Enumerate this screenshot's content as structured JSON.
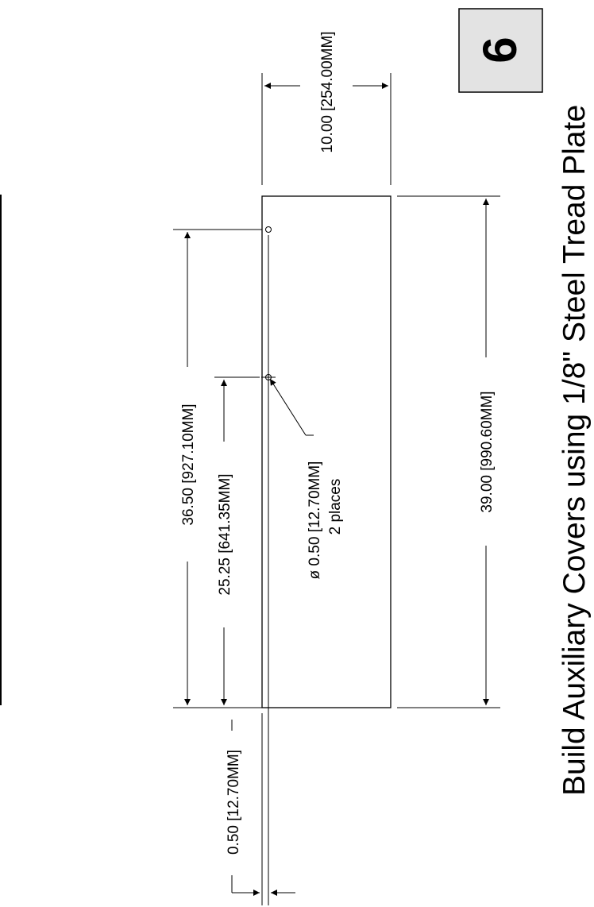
{
  "step": {
    "number": "6",
    "box_fill": "#e3e3e3"
  },
  "title": "Build Auxiliary Covers using 1/8\" Steel Tread Plate",
  "dimensions": {
    "width_top": "10.00 [254.00MM]",
    "length_total": "39.00 [990.60MM]",
    "hole_to_end_far": "36.50 [927.10MM]",
    "hole_to_end_mid": "25.25 [641.35MM]",
    "hole_edge_offset": "0.50 [12.70MM]"
  },
  "hole_callout": {
    "diameter": "ø 0.50 [12.70MM]",
    "count": "2 places"
  },
  "colors": {
    "line": "#000000",
    "background": "#ffffff"
  }
}
